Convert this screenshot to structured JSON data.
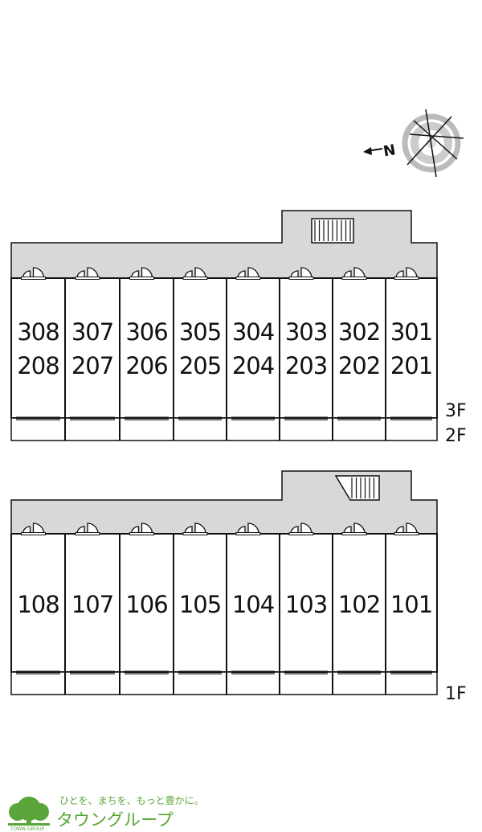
{
  "compass": {
    "north_label": "N"
  },
  "upper_block": {
    "units_3f": [
      "308",
      "307",
      "306",
      "305",
      "304",
      "303",
      "302",
      "301"
    ],
    "units_2f": [
      "208",
      "207",
      "206",
      "205",
      "204",
      "203",
      "202",
      "201"
    ],
    "floor_labels": [
      "3F",
      "2F"
    ]
  },
  "lower_block": {
    "units_1f": [
      "108",
      "107",
      "106",
      "105",
      "104",
      "103",
      "102",
      "101"
    ],
    "floor_labels": [
      "1F"
    ]
  },
  "logo": {
    "tagline": "ひとを、まちを、もっと豊かに。",
    "name": "タウングループ",
    "sub": "TOWN GROUP"
  },
  "colors": {
    "corridor": "#d8d8d8",
    "line": "#111111",
    "brand_green": "#5aa63a"
  }
}
